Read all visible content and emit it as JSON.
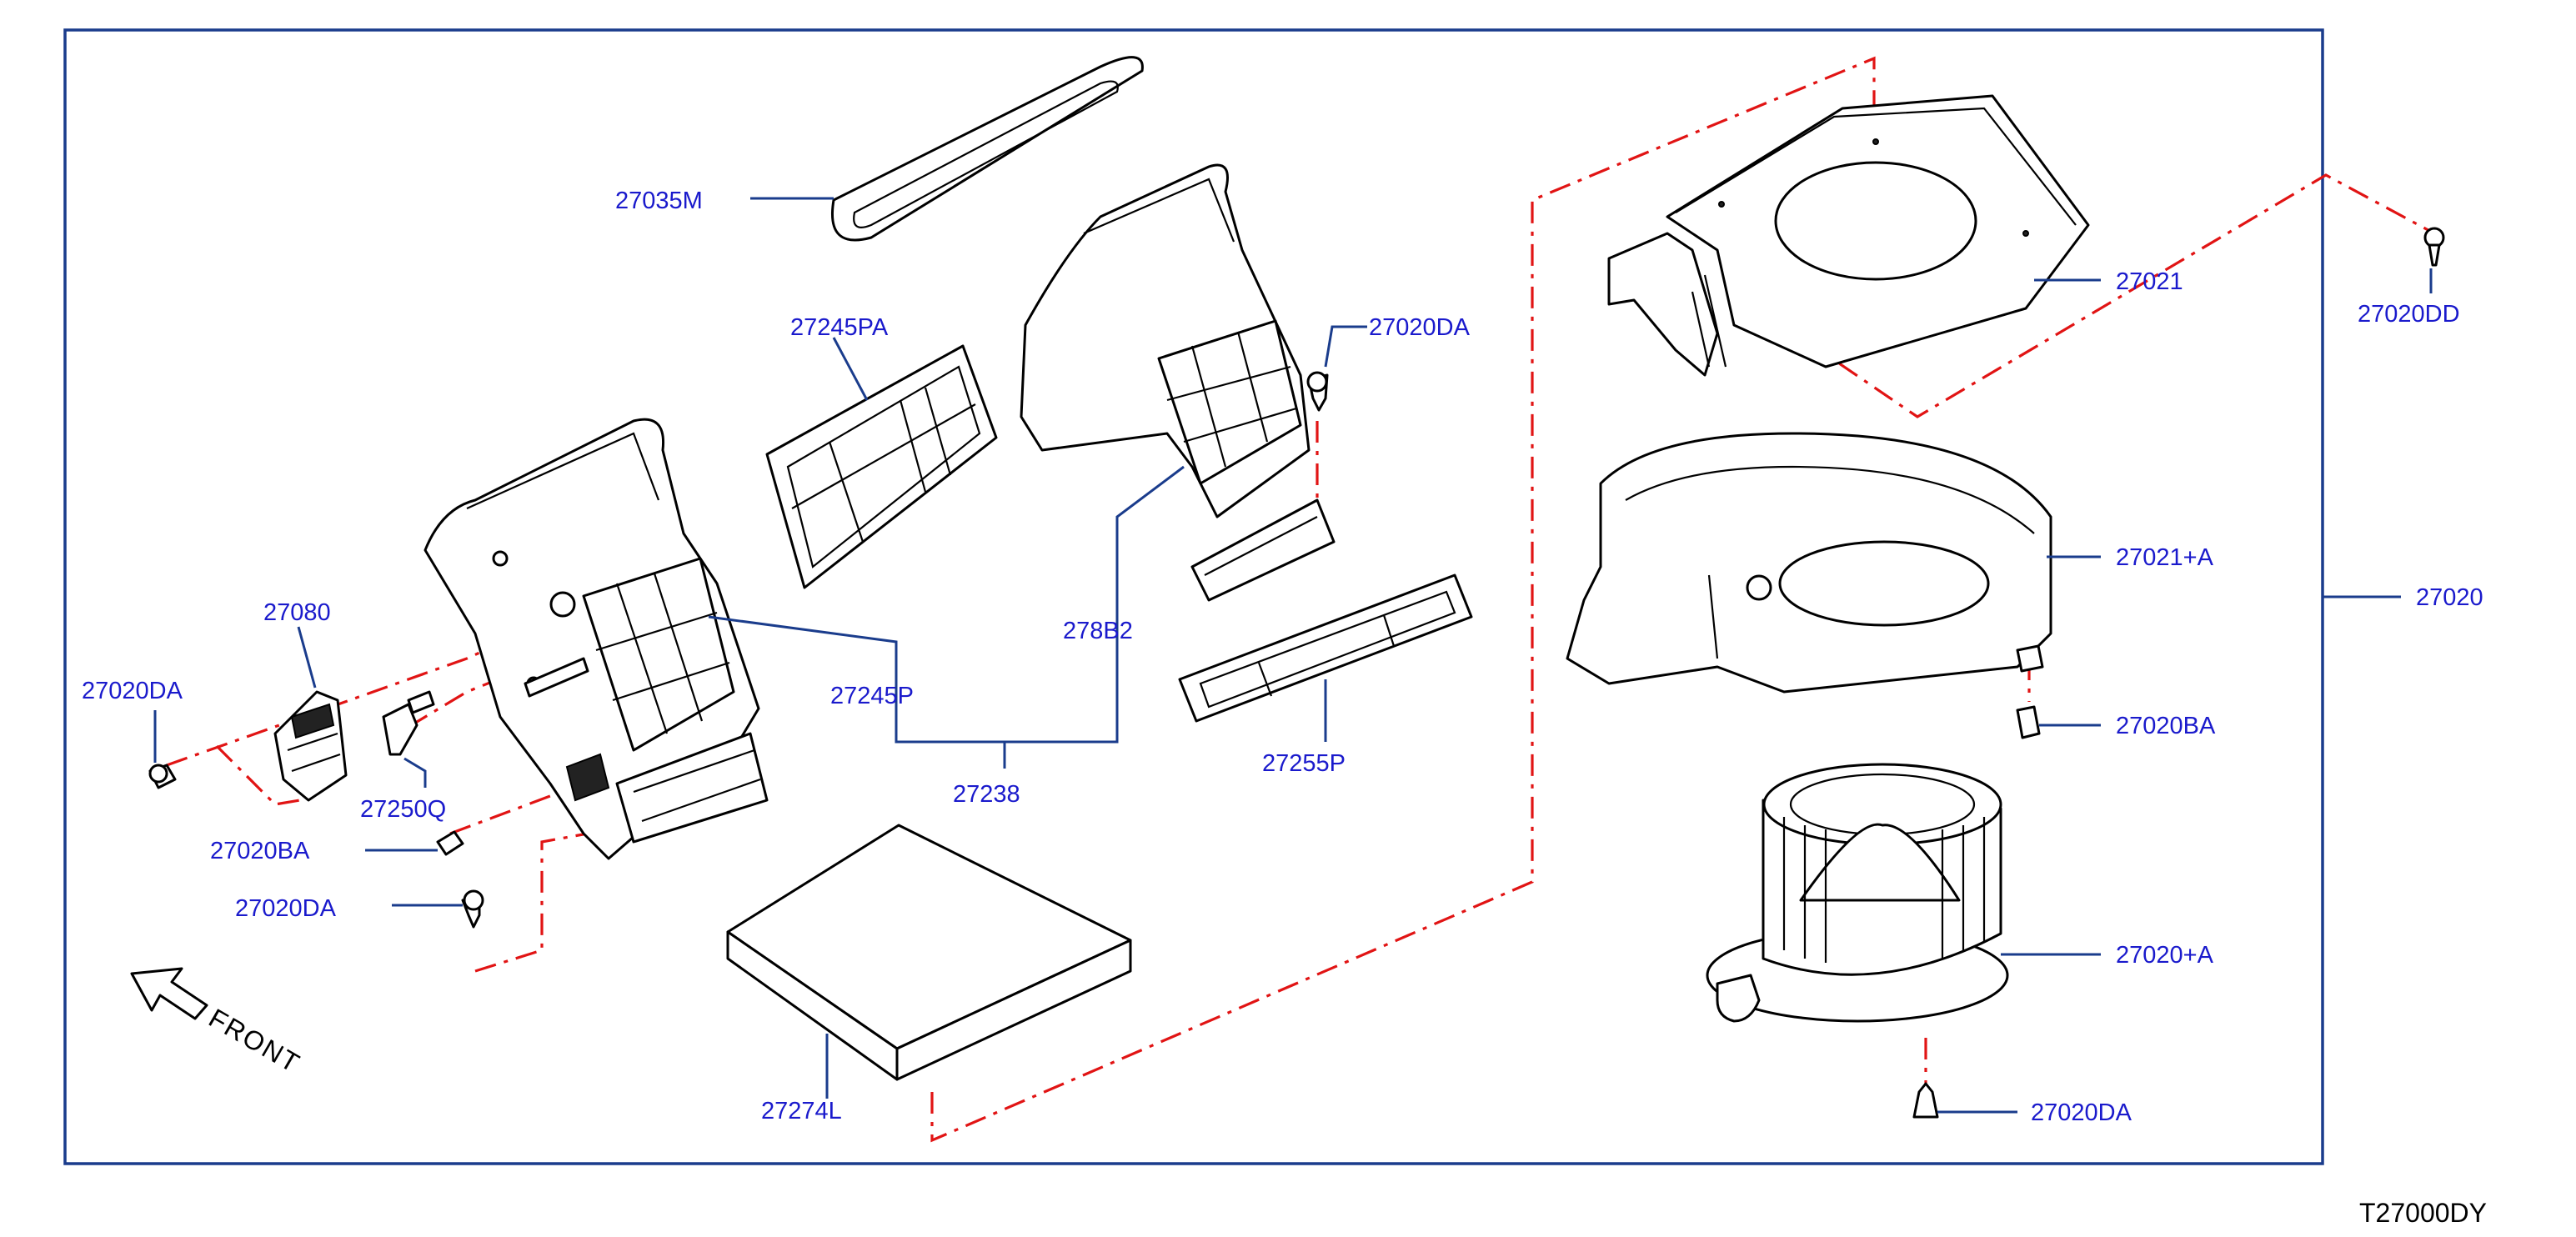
{
  "diagram_ref": "T27000DY",
  "front_label": "FRONT",
  "callouts": {
    "p27035M": "27035M",
    "p27245PA": "27245PA",
    "p27020DA_top": "27020DA",
    "p27080": "27080",
    "p27020DA_left": "27020DA",
    "p27245P": "27245P",
    "p278B2": "278B2",
    "p27238": "27238",
    "p27250Q": "27250Q",
    "p27255P": "27255P",
    "p27020BA_left": "27020BA",
    "p27020DA_bottom_left": "27020DA",
    "p27274L": "27274L",
    "p27021": "27021",
    "p27020DD": "27020DD",
    "p27021A": "27021+A",
    "p27020": "27020",
    "p27020BA_right": "27020BA",
    "p27020A": "27020+A",
    "p27020DA_right": "27020DA"
  },
  "colors": {
    "callout_text": "#1a1acc",
    "leader_lines": "#1a3c8c",
    "assembly_lines": "#e11414",
    "frame": "#1a3c8c"
  }
}
